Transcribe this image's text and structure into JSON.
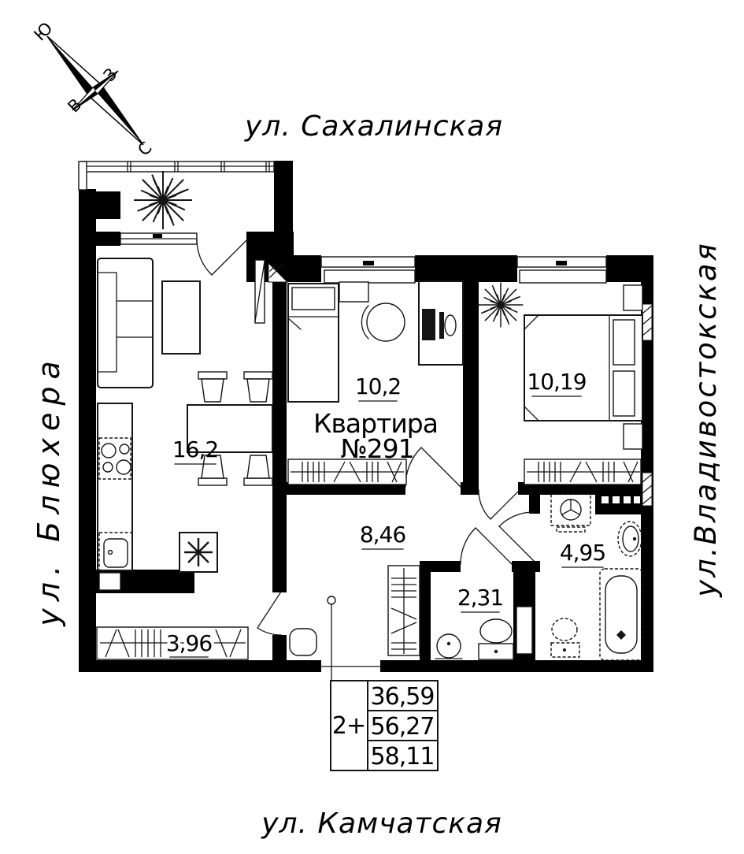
{
  "compass": {
    "n": "С",
    "s": "Ю",
    "e": "В",
    "w": "З"
  },
  "streets": {
    "top": "ул. Сахалинская",
    "bottom": "ул. Камчатская",
    "left": "ул. Блюхера",
    "right": "ул.Владивостокская"
  },
  "apartment": {
    "title": "Квартира",
    "number": "№291"
  },
  "rooms": {
    "living_kitchen": "16,2",
    "bedroom_small": "10,2",
    "bedroom_main": "10,19",
    "hall": "8,46",
    "wc": "2,31",
    "bathroom": "4,95",
    "closet": "3,96"
  },
  "spec_table": {
    "type": "2+",
    "living_area": "36,59",
    "area": "56,27",
    "total_area": "58,11"
  },
  "colors": {
    "wall": "#000000",
    "line": "#141414",
    "background": "#ffffff"
  }
}
